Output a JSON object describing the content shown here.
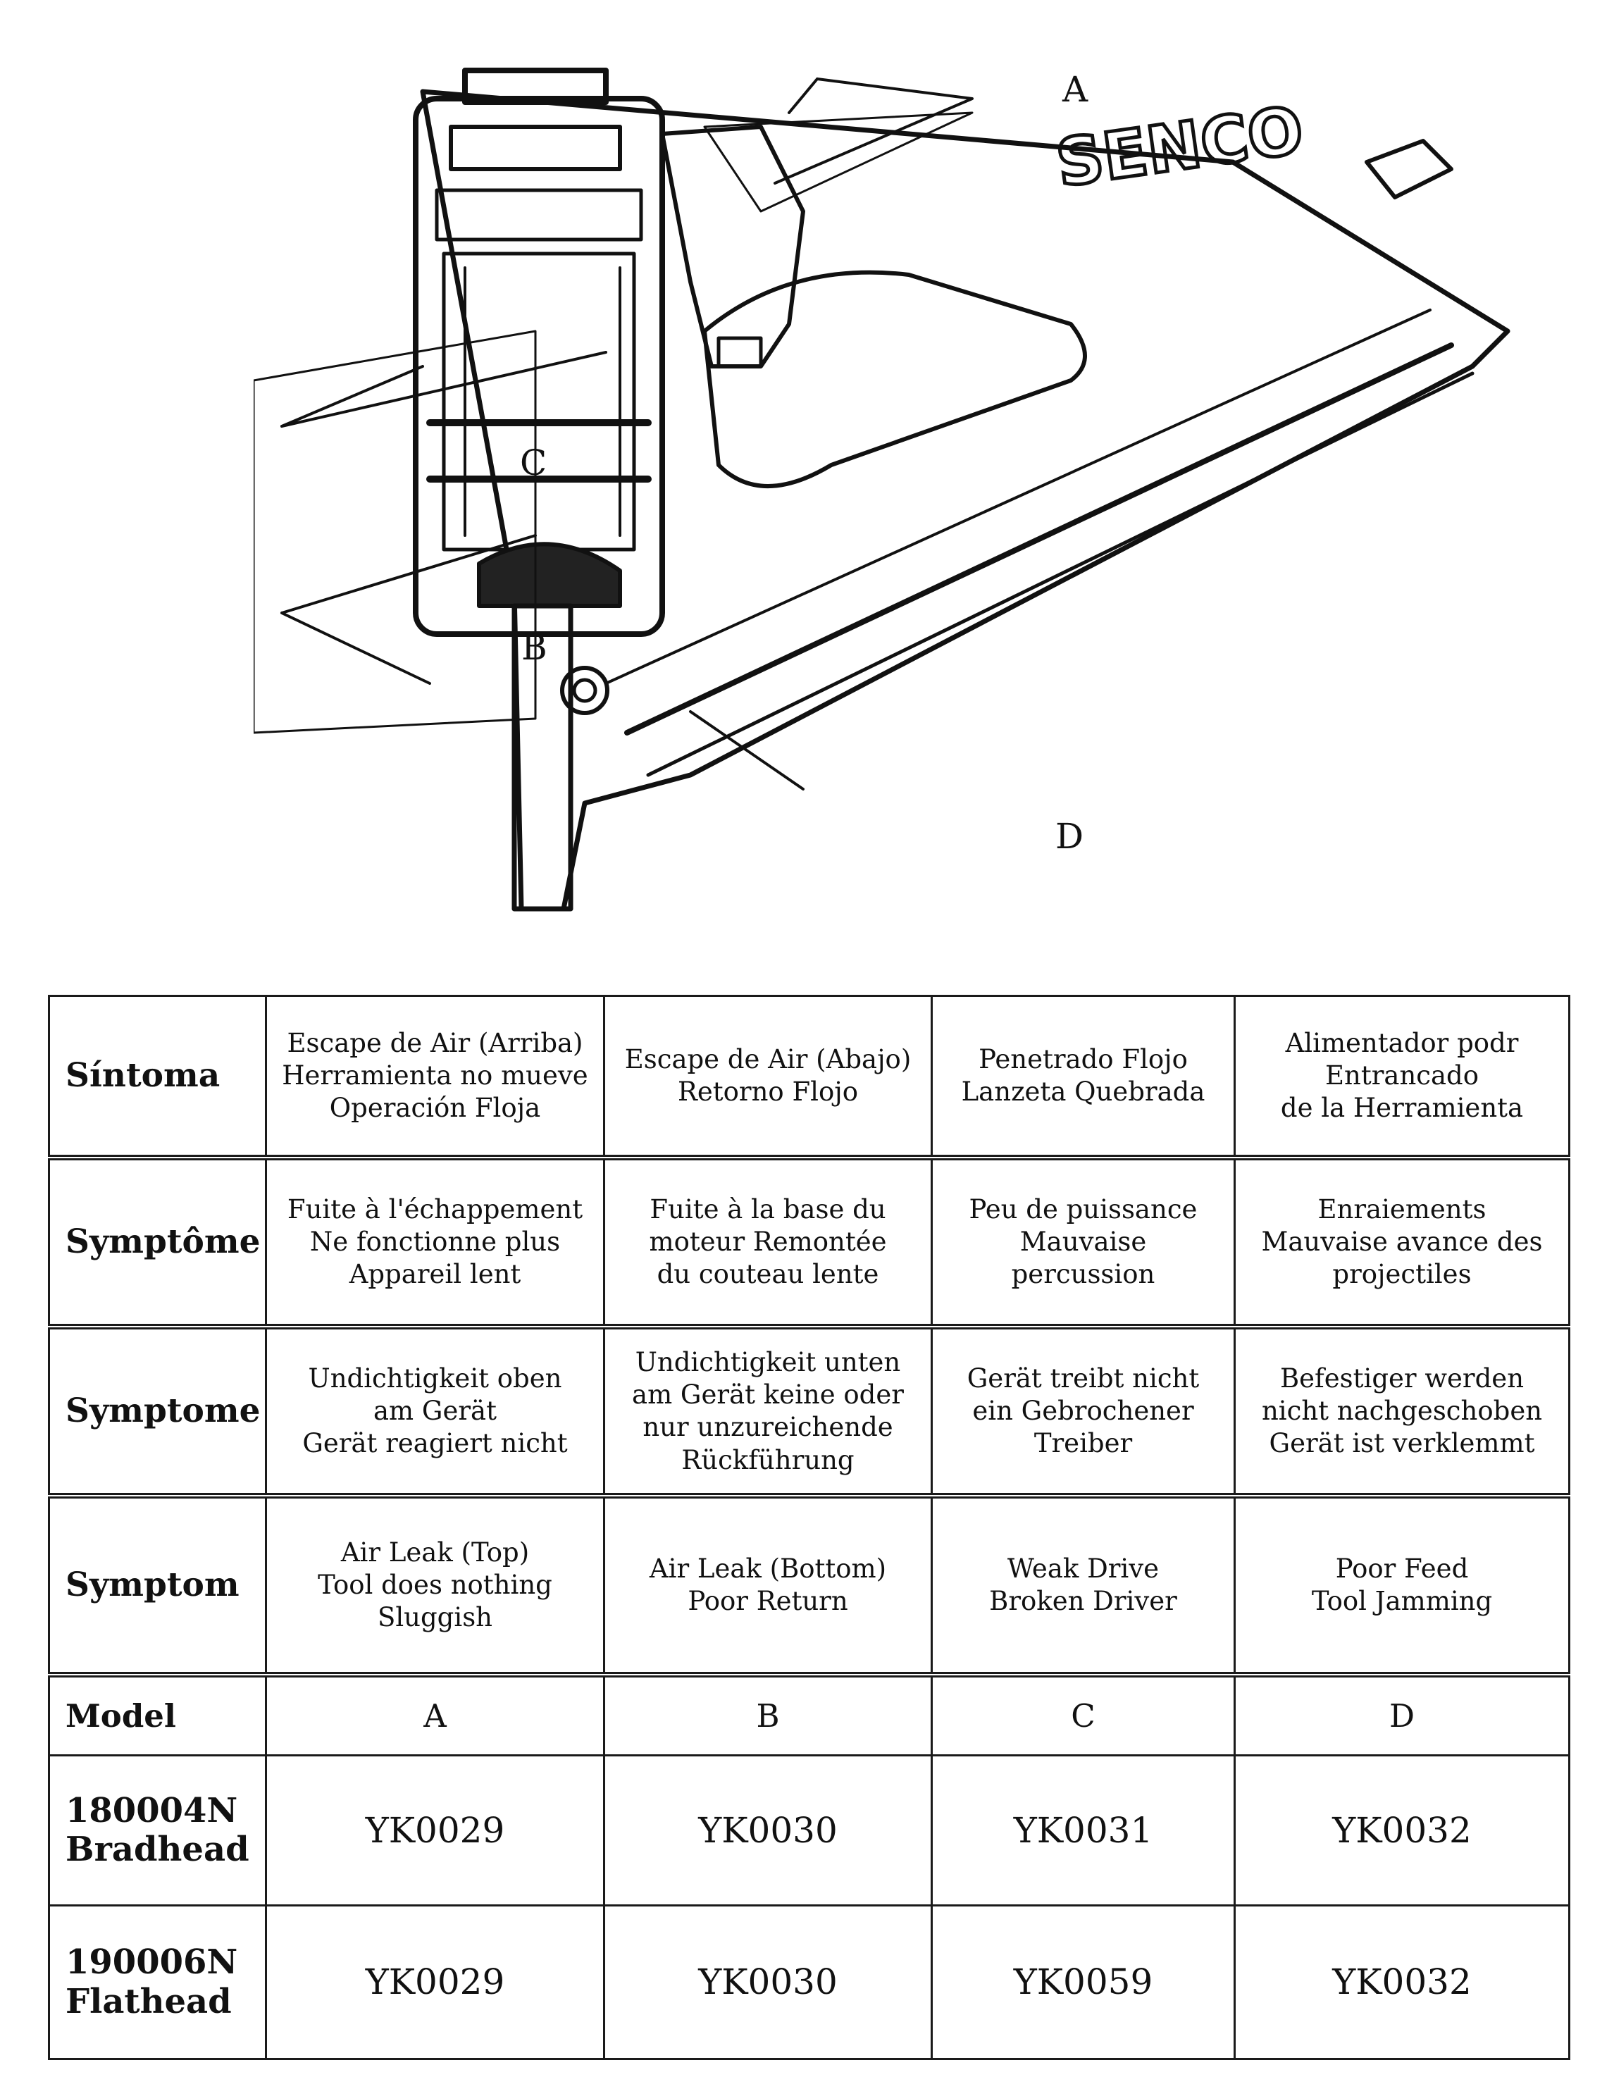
{
  "illustration": {
    "brand_text": "SENCO",
    "callouts": {
      "a": "A",
      "b": "B",
      "c": "C",
      "d": "D"
    }
  },
  "table": {
    "symptom_rows": [
      {
        "header": "Síntoma",
        "cells": [
          "Escape de Air (Arriba)\nHerramienta no mueve\nOperación Floja",
          "Escape de Air (Abajo)\nRetorno Flojo",
          "Penetrado Flojo\nLanzeta Quebrada",
          "Alimentador podr\nEntrancado\nde la Herramienta"
        ]
      },
      {
        "header": "Symptôme",
        "cells": [
          "Fuite à l'échappement\nNe fonctionne plus\nAppareil lent",
          "Fuite à la base du\nmoteur Remontée\ndu couteau lente",
          "Peu de puissance\nMauvaise\npercussion",
          "Enraiements\nMauvaise avance des\nprojectiles"
        ]
      },
      {
        "header": "Symptome",
        "cells": [
          "Undichtigkeit oben\nam Gerät\nGerät reagiert nicht",
          "Undichtigkeit unten\nam Gerät keine oder\nnur unzureichende\nRückführung",
          "Gerät treibt nicht\nein Gebrochener\nTreiber",
          "Befestiger werden\nnicht nachgeschoben\nGerät ist verklemmt"
        ]
      },
      {
        "header": "Symptom",
        "cells": [
          "Air Leak (Top)\nTool does nothing\nSluggish",
          "Air Leak (Bottom)\nPoor Return",
          "Weak Drive\nBroken Driver",
          "Poor Feed\nTool Jamming"
        ]
      }
    ],
    "model_header": "Model",
    "model_letters": [
      "A",
      "B",
      "C",
      "D"
    ],
    "parts_rows": [
      {
        "model": "180004N\nBradhead",
        "codes": [
          "YK0029",
          "YK0030",
          "YK0031",
          "YK0032"
        ]
      },
      {
        "model": "190006N\nFlathead",
        "codes": [
          "YK0029",
          "YK0030",
          "YK0059",
          "YK0032"
        ]
      }
    ]
  },
  "colors": {
    "ink": "#111111",
    "paper": "#ffffff"
  }
}
